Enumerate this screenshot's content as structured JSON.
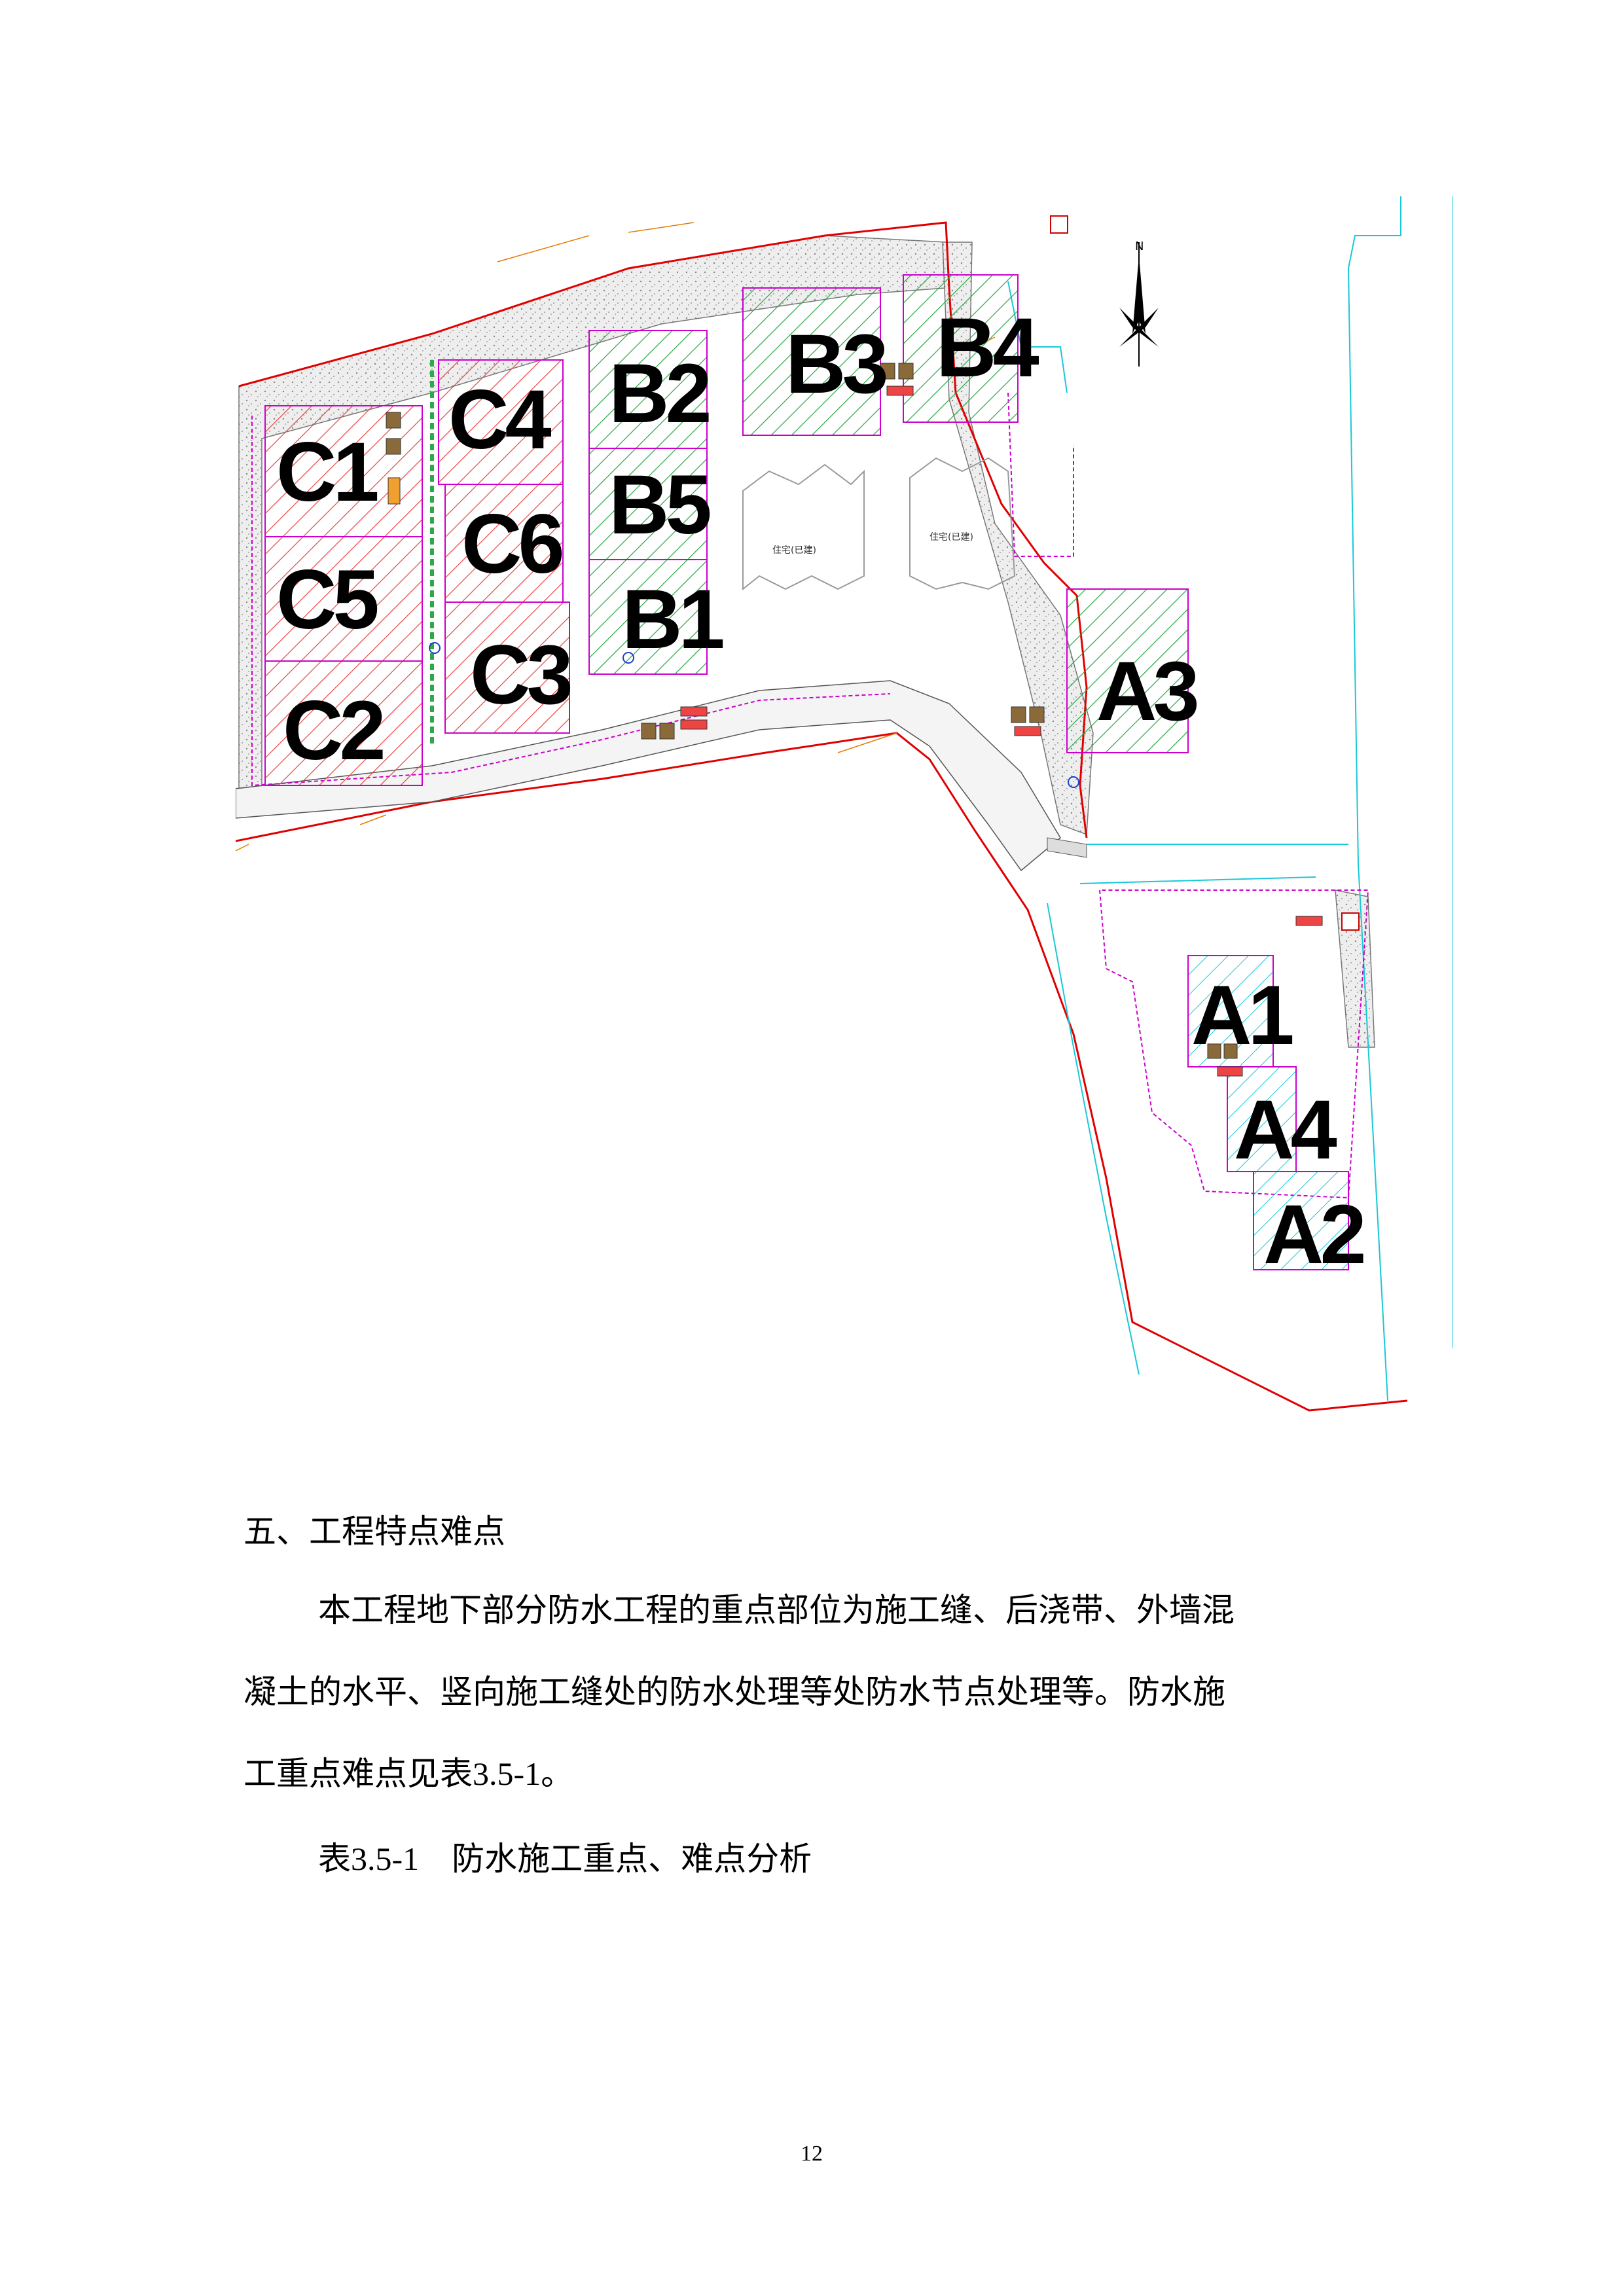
{
  "site_plan": {
    "buildings": [
      {
        "id": "C1",
        "label": "C1"
      },
      {
        "id": "C5",
        "label": "C5"
      },
      {
        "id": "C2",
        "label": "C2"
      },
      {
        "id": "C4",
        "label": "C4"
      },
      {
        "id": "C6",
        "label": "C6"
      },
      {
        "id": "C3",
        "label": "C3"
      },
      {
        "id": "B2",
        "label": "B2"
      },
      {
        "id": "B5",
        "label": "B5"
      },
      {
        "id": "B1",
        "label": "B1"
      },
      {
        "id": "B3",
        "label": "B3"
      },
      {
        "id": "B4",
        "label": "B4"
      },
      {
        "id": "A3",
        "label": "A3"
      },
      {
        "id": "A1",
        "label": "A1"
      },
      {
        "id": "A4",
        "label": "A4"
      },
      {
        "id": "A2",
        "label": "A2"
      }
    ],
    "existing_buildings": [
      "住宅(已建)",
      "住宅(已建)"
    ],
    "north_label": "N",
    "colors": {
      "site_boundary": "#e00000",
      "hatch_red": "#e84a4a",
      "hatch_green": "#2fa84a",
      "outline_magenta": "#cc00cc",
      "road_cyan": "#19c8d8",
      "gravel": "#e6e6e6"
    }
  },
  "document": {
    "heading": "五、工程特点难点",
    "paragraph_line1": "本工程地下部分防水工程的重点部位为施工缝、后浇带、外墙混",
    "paragraph_line2": "凝土的水平、竖向施工缝处的防水处理等处防水节点处理等。防水施",
    "paragraph_line3": "工重点难点见表3.5-1。",
    "table_caption": "表3.5-1　防水施工重点、难点分析",
    "page_number": "12"
  }
}
